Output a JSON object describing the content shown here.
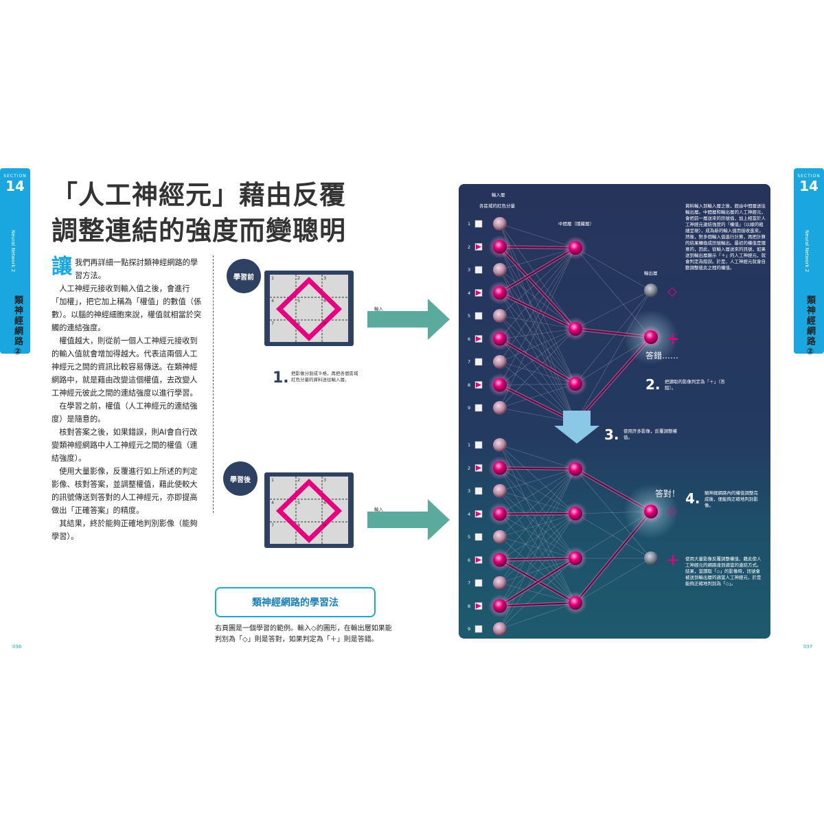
{
  "left_tab": {
    "section": "SECTION",
    "number": "14",
    "english": "Neural Network 2",
    "vertical_title": "類神經網路②"
  },
  "right_tab": {
    "section": "SECTION",
    "number": "14",
    "english": "Neural Network 2",
    "vertical_title": "類神經網路②"
  },
  "page_numbers": {
    "left": "036",
    "right": "037"
  },
  "title": {
    "line1": "「人工神經元」藉由反覆",
    "line2": "調整連結的強度而變聰明"
  },
  "body": {
    "dropcap": "讓",
    "intro": "我們再詳細一點探討類神經網路的學習方法。",
    "paragraphs": [
      "人工神經元接收到輸入值之後，會進行「加權」，把它加上稱為「權值」的數值（係數）。以腦的神經細胞來說，權值就相當於突觸的連結強度。",
      "權值越大，則從前一個人工神經元接收到的輸入值就會增加得越大。代表這兩個人工神經元之間的資訊比較容易傳送。在類神經網路中，就是藉由改變這個權值，去改變人工神經元彼此之間的連結強度以進行學習。",
      "在學習之前，權值（人工神經元的連結強度）是隨意的。",
      "核對答案之後，如果錯誤，則AI會自行改變類神經網路中人工神經元之間的權值（連結強度）。",
      "使用大量影像，反覆進行如上所述的判定影像、核對答案，並調整權值，藉此使較大的訊號傳送到答對的人工神經元，亦即提高做出「正確答案」的精度。",
      "其結果，終於能夠正確地判別影像（能夠學習）。"
    ]
  },
  "before": {
    "badge": "學習前",
    "input_label": "輸入",
    "cells": [
      "1",
      "2",
      "3",
      "4",
      "5",
      "6",
      "7",
      "8",
      "9"
    ]
  },
  "after": {
    "badge": "學習後",
    "input_label": "輸入",
    "cells": [
      "1",
      "2",
      "3",
      "4",
      "5",
      "6",
      "7",
      "8",
      "9"
    ]
  },
  "step1": {
    "num": "1.",
    "text": "把影像分割成９格，再把各個區域紅色分量的資料送往輸入層。"
  },
  "method_box": "類神經網路的學習法",
  "caption": "右頁圖是一個學習的範例。輸入◇的圖形，在輸出層如果能判別為「◇」則是答對，如果判定為「＋」則是答錯。",
  "network": {
    "input_layer_title": "輸入層",
    "input_layer_sub": "各區域的紅色分量",
    "hidden_layer_title": "中間層（隱藏層）",
    "output_layer_title": "輸出層",
    "top_desc": "資料輸入到輸入層之後，經由中間層送往輸出層。中間層和輸出層的人工神經元，會把前一層送來的訊號值，加上相當於人工神經元連結強度的「權值」（以線的粗細呈現），成為新的輸入值而接收進來。然後，對多個輸入值進行計算，再把計算的結果轉換成訊號輸出。最初的權值是隨意的，因此，從輸入層送來的訊號，如果送到輸出層顯示「＋」的人工神經元，就會判定為錯誤。於是，人工神經元就會自動調整彼此之間的權值。",
    "wrong_label": "答錯……",
    "step2_num": "2.",
    "step2_text": "把讀取的影像判定為「＋」（答錯）。",
    "step3_num": "3.",
    "step3_text": "使用許多影像，反覆調整權值。",
    "correct_label": "答對！",
    "step4_num": "4.",
    "step4_text": "類神經網路內的權值調整完成後，便能夠正確地判別影像。",
    "bottom_desc": "使用大量影像反覆調整權值，藉此使人工神經元的網路達到適當的連結方式。結果，當讀取「◇」的影像時，訊號會被送到輸出層的適當人工神經元，於是能夠正確地判別為「◇」。",
    "plus_symbol": "＋",
    "diamond_symbol": "◇",
    "row_numbers": [
      "1",
      "2",
      "3",
      "4",
      "5",
      "6",
      "7",
      "8",
      "9"
    ],
    "active_top": [
      false,
      true,
      false,
      true,
      false,
      true,
      false,
      true,
      false
    ],
    "active_bottom": [
      false,
      true,
      false,
      true,
      false,
      true,
      false,
      true,
      false
    ]
  },
  "colors": {
    "accent": "#1aa7e0",
    "navy": "#2f4163",
    "magenta": "#e6007e",
    "arrow": "#5aab9e"
  }
}
